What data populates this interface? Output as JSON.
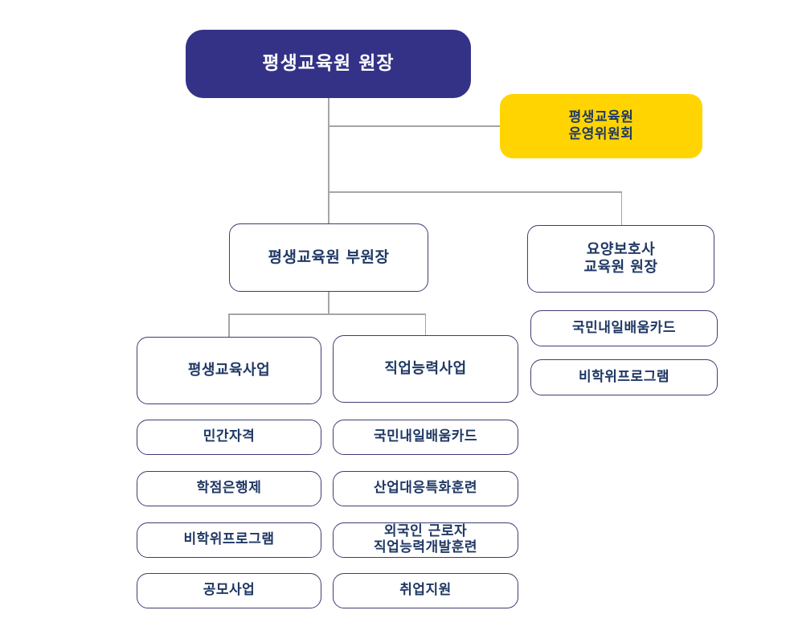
{
  "colors": {
    "navy_fill": "#343287",
    "yellow_fill": "#FFD400",
    "text_navy": "#1F3864",
    "border_navy": "#3E3D73",
    "connector_gray": "#A6A6A6",
    "canvas_bg": "#FFFFFF"
  },
  "org": {
    "director": {
      "label": "평생교육원 원장"
    },
    "committee": {
      "label": "평생교육원\n운영위원회"
    },
    "deputy": {
      "label": "평생교육원 부원장"
    },
    "care_director": {
      "label": "요양보호사\n교육원 원장"
    },
    "lifelong_division": {
      "label": "평생교육사업"
    },
    "vocational_division": {
      "label": "직업능력사업"
    },
    "lifelong_items": [
      "민간자격",
      "학점은행제",
      "비학위프로그램",
      "공모사업"
    ],
    "vocational_items": [
      "국민내일배움카드",
      "산업대응특화훈련",
      "외국인 근로자\n직업능력개발훈련",
      "취업지원"
    ],
    "care_items": [
      "국민내일배움카드",
      "비학위프로그램"
    ]
  }
}
